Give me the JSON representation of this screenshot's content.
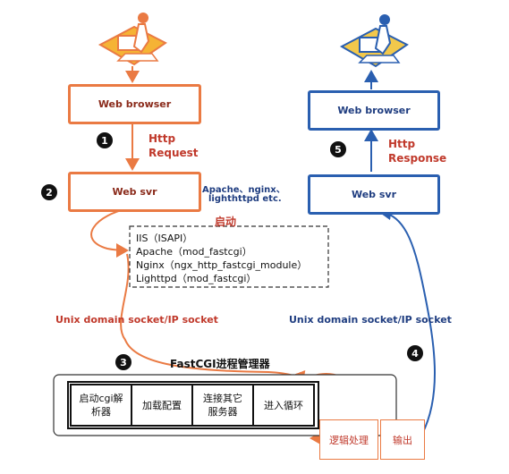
{
  "left": {
    "browser_label": "Web browser",
    "svr_label": "Web svr",
    "request_line1": "Http",
    "request_line2": "Request",
    "step1": "1",
    "step2": "2",
    "svr_note_line1": "Apache、nginx、",
    "svr_note_line2": "lighthttpd etc."
  },
  "right": {
    "browser_label": "Web browser",
    "svr_label": "Web svr",
    "response_line1": "Http",
    "response_line2": "Response",
    "step5": "5"
  },
  "startup": {
    "label": "启动",
    "items": [
      "IIS（ISAPI）",
      "Apache（mod_fastcgi）",
      "Nginx（ngx_http_fastcgi_module）",
      "Lighttpd（mod_fastcgi）"
    ]
  },
  "socket_left": "Unix domain socket/IP socket",
  "socket_right": "Unix domain socket/IP socket",
  "manager": {
    "title": "FastCGI进程管理器",
    "step3": "3",
    "step4": "4",
    "stage1_line1": "启动cgi解",
    "stage1_line2": "析器",
    "stage2": "加载配置",
    "stage3_line1": "连接其它",
    "stage3_line2": "服务器",
    "stage4": "进入循环",
    "logic": "逻辑处理",
    "output": "输出"
  },
  "colors": {
    "orange": "#ea7a43",
    "blue": "#2a5fb0",
    "dark_red": "#c0392b"
  },
  "icons": [
    "user-at-computer-icon-left",
    "user-at-computer-icon-right"
  ]
}
